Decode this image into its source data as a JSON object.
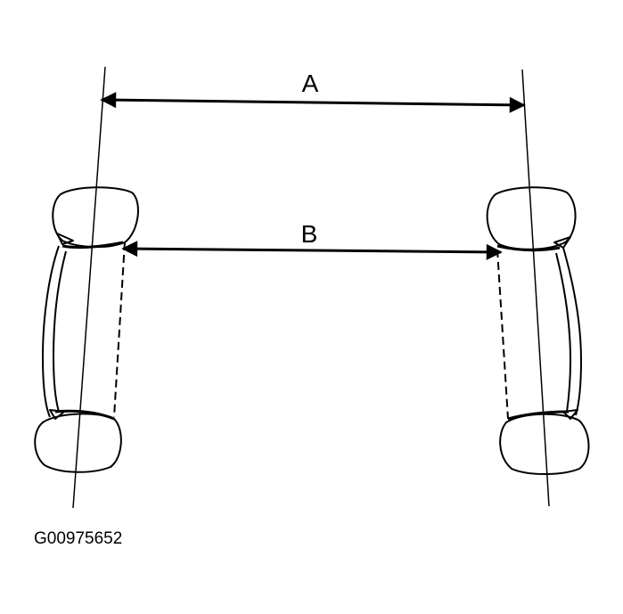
{
  "diagram": {
    "dimension_a_label": "A",
    "dimension_b_label": "B",
    "figure_code": "G00975652",
    "line_color": "#000000",
    "background_color": "#ffffff"
  }
}
